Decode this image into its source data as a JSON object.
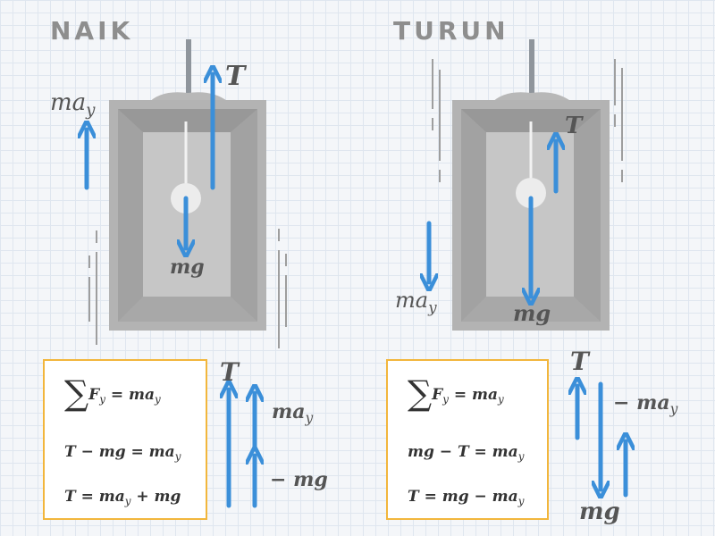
{
  "naik": {
    "title": "NAIK",
    "label_T": "T",
    "label_ma": "ma",
    "label_ma_sub": "y",
    "label_mg": "mg",
    "eq1_sigma": "∑",
    "eq1_lhs": "F",
    "eq1_lhs_sub": "y",
    "eq1_rhs": " = ma",
    "eq1_rhs_sub": "y",
    "eq2": "T − mg = ma",
    "eq2_sub": "y",
    "eq3_a": "T = ma",
    "eq3_sub": "y",
    "eq3_b": " + mg",
    "vec_T": "T",
    "vec_ma": "ma",
    "vec_ma_sub": "y",
    "vec_mg": "− mg"
  },
  "turun": {
    "title": "TURUN",
    "label_T": "T",
    "label_ma": "ma",
    "label_ma_sub": "y",
    "label_mg": "mg",
    "eq1_sigma": "∑",
    "eq1_lhs": "F",
    "eq1_lhs_sub": "y",
    "eq1_rhs": " = ma",
    "eq1_rhs_sub": "y",
    "eq2": "mg − T = ma",
    "eq2_sub": "y",
    "eq3_a": "T = mg − ma",
    "eq3_sub": "y",
    "vec_T": "T",
    "vec_ma": "− ma",
    "vec_ma_sub": "y",
    "vec_mg": "mg"
  },
  "colors": {
    "arrow": "#3b8fd9",
    "box_outer": "#a9a9a9",
    "box_inner": "#c4c4c4",
    "box_frame": "#d0d0d0",
    "border_highlight": "#f2b63c"
  }
}
